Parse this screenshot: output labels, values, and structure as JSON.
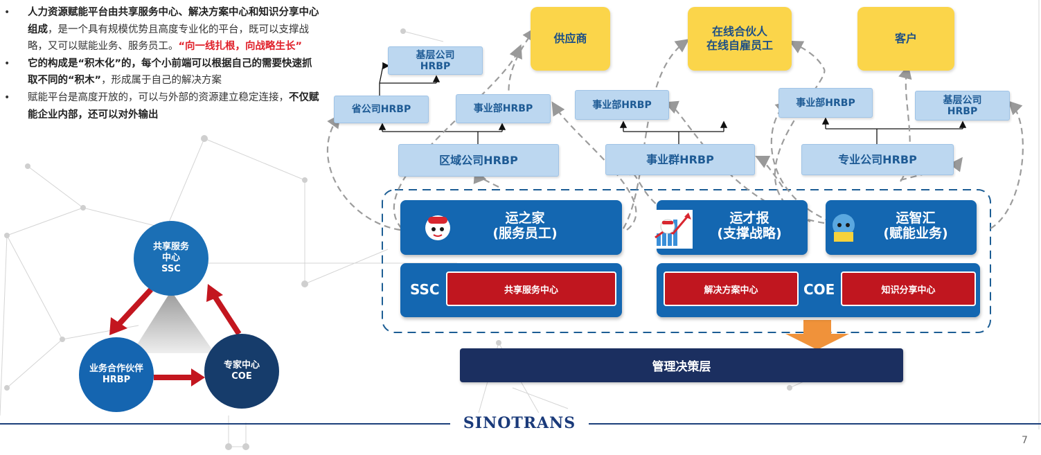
{
  "bullets": [
    {
      "parts": [
        {
          "text": "人力资源赋能平台由共享服务中心、解决方案中心和知识分享中心组成",
          "style": "bold"
        },
        {
          "text": "，是一个具有规模优势且高度专业化的平台，既可以支撑战略，又可以赋能业务、服务员工。",
          "style": "normal"
        },
        {
          "text": "“向一线扎根，向战略生长”",
          "style": "red"
        }
      ]
    },
    {
      "parts": [
        {
          "text": "它的构成是“积木化”的，每个小前端可以根据自己的需要快速抓取不同的“积木”",
          "style": "bold"
        },
        {
          "text": "，形成属于自己的解决方案",
          "style": "normal"
        }
      ]
    },
    {
      "parts": [
        {
          "text": "赋能平台是高度开放的，可以与外部的资源建立稳定连接，",
          "style": "normal"
        },
        {
          "text": "不仅赋能企业内部，还可以对外输出",
          "style": "bold"
        }
      ]
    }
  ],
  "bullet_marker": "•",
  "triangle": {
    "ssc": [
      "共享服务",
      "中心",
      "SSC"
    ],
    "hrbp": [
      "业务合作伙伴",
      "HRBP"
    ],
    "coe": [
      "专家中心",
      "COE"
    ]
  },
  "external": {
    "supplier": "供应商",
    "partner_line1": "在线合伙人",
    "partner_line2": "在线自雇员工",
    "customer": "客户"
  },
  "hrbp_boxes": {
    "grassroots_left": [
      "基层公司",
      "HRBP"
    ],
    "province": "省公司HRBP",
    "division_left": "事业部HRBP",
    "division_mid": "事业部HRBP",
    "division_right": "事业部HRBP",
    "grassroots_right": [
      "基层公司",
      "HRBP"
    ],
    "regional": "区域公司HRBP",
    "business_group": "事业群HRBP",
    "specialized": "专业公司HRBP"
  },
  "platforms": {
    "yunzhijia": [
      "运之家",
      "(服务员工)"
    ],
    "yuncaibao": [
      "运才报",
      "(支撑战略)"
    ],
    "yunzhihui": [
      "运智汇",
      "(赋能业务)"
    ]
  },
  "centers": {
    "ssc_label": "SSC",
    "ssc_center": "共享服务中心",
    "solution_center": "解决方案中心",
    "coe_label": "COE",
    "knowledge_center": "知识分享中心"
  },
  "management": "管理决策层",
  "logo": "SINOTRANS",
  "page_number": "7",
  "colors": {
    "primary_blue": "#1467b1",
    "light_blue": "#bcd7f0",
    "yellow": "#fbd54a",
    "red": "#c0161f",
    "navy": "#1b2f60",
    "arrow_orange": "#f0923a"
  }
}
